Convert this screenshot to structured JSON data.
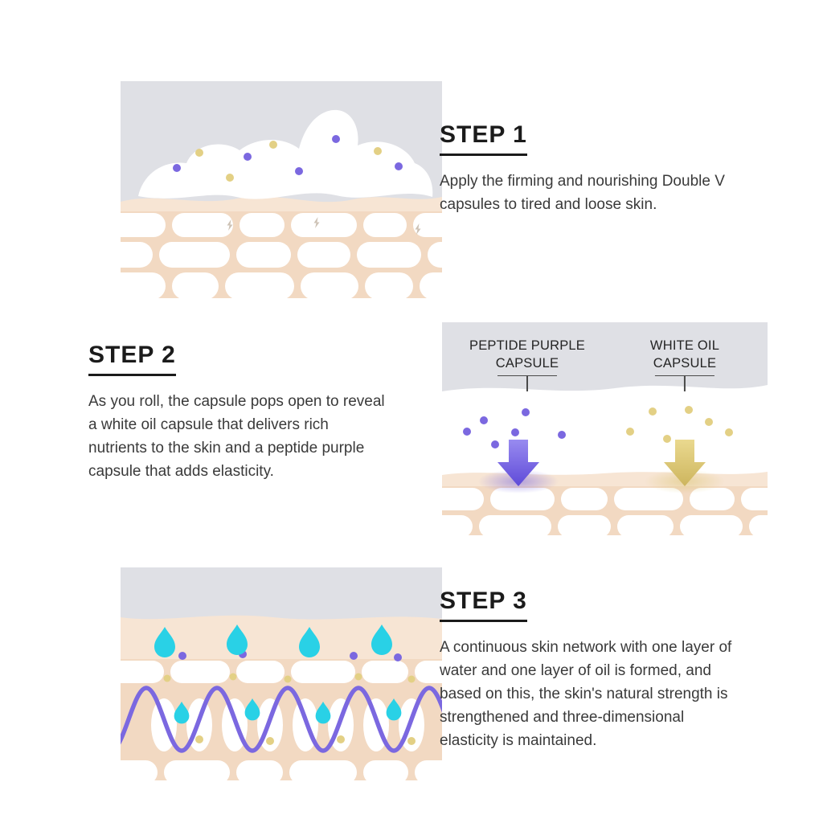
{
  "steps": [
    {
      "title": "STEP 1",
      "description": "Apply the firming and nourishing Double V capsules to tired and loose skin."
    },
    {
      "title": "STEP 2",
      "description": "As you roll, the capsule pops open to reveal a white oil capsule that delivers rich nutrients to the skin and a peptide purple capsule that adds elasticity."
    },
    {
      "title": "STEP 3",
      "description": "A continuous skin network with one layer of water and one layer of oil is formed, and based on this, the skin's natural strength is strengthened and three-dimensional elasticity is maintained."
    }
  ],
  "capsule_labels": {
    "peptide": {
      "line1": "PEPTIDE PURPLE",
      "line2": "CAPSULE"
    },
    "oil": {
      "line1": "WHITE OIL",
      "line2": "CAPSULE"
    }
  },
  "colors": {
    "purple": "#7b68e0",
    "yellow": "#e3d085",
    "cyan": "#29d1e6",
    "sky": "#dfe0e5",
    "skin": "#f7e5d4",
    "skin-deep": "#f2d9c2",
    "cell": "#ffffff",
    "bolt": "#cdc2b5",
    "heading": "#1b1b1b",
    "text": "#3a3a3a"
  }
}
